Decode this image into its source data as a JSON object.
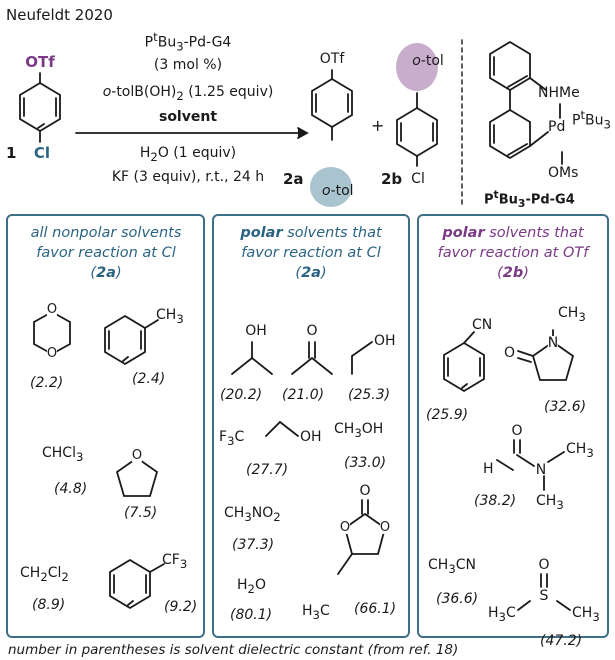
{
  "header": {
    "citation": "Neufeldt 2020",
    "reactant_top": "OTf",
    "reactant_bottom": "Cl",
    "reactant_num": "1",
    "cond_catalyst": "P<sup>t</sup>Bu<sub>3</sub>-Pd-G4",
    "cond_loading": "(3 mol %)",
    "cond_boronic": "<i>o</i>-tolB(OH)<sub>2</sub> (1.25 equiv)",
    "cond_solvent": "solvent",
    "cond_water": "H<sub>2</sub>O (1 equiv)",
    "cond_base": "KF (3 equiv), r.t., 24 h",
    "prod_a_top": "OTf",
    "prod_a_bottom": "<i>o</i>-tol",
    "prod_a_label": "2a",
    "plus": "+",
    "prod_b_top": "<i>o</i>-tol",
    "prod_b_bottom": "Cl",
    "prod_b_label": "2b",
    "cat_nhme": "NHMe",
    "cat_pd": "Pd",
    "cat_ptbu3": "P<sup>t</sup>Bu<sub>3</sub>",
    "cat_oms": "OMs",
    "cat_name": "P<sup>t</sup>Bu<sub>3</sub>-Pd-G4"
  },
  "panels": {
    "nonpolar": {
      "line1": "all nonpolar solvents",
      "line2": "favor reaction at Cl",
      "line3": "(<b>2a</b>)",
      "solvents": {
        "dioxane": "(2.2)",
        "toluene": "(2.4)",
        "toluene_sub": "CH<sub>3</sub>",
        "chcl3": "CHCl<sub>3</sub>",
        "chcl3_val": "(4.8)",
        "thf": "(7.5)",
        "thf_o": "O",
        "dioxane_o": "O",
        "ch2cl2": "CH<sub>2</sub>Cl<sub>2</sub>",
        "ch2cl2_val": "(8.9)",
        "tft": "(9.2)",
        "tft_sub": "CF<sub>3</sub>"
      }
    },
    "polar_cl": {
      "line1": "<b>polar</b> solvents that",
      "line2": "favor reaction at Cl",
      "line3": "(<b>2a</b>)",
      "solvents": {
        "ipa_oh": "OH",
        "ipa": "(20.2)",
        "acetone_o": "O",
        "acetone": "(21.0)",
        "etoh_oh": "OH",
        "etoh": "(25.3)",
        "tfe_f3c": "F<sub>3</sub>C",
        "tfe_oh": "OH",
        "tfe": "(27.7)",
        "meoh": "CH<sub>3</sub>OH",
        "meoh_val": "(33.0)",
        "meno2": "CH<sub>3</sub>NO<sub>2</sub>",
        "meno2_val": "(37.3)",
        "h2o": "H<sub>2</sub>O",
        "h2o_val": "(80.1)",
        "pc_o": "O",
        "pc_o1": "O",
        "pc_o2": "O",
        "pc_h3c": "H<sub>3</sub>C",
        "pc": "(66.1)"
      }
    },
    "polar_otf": {
      "line1": "<b>polar</b> solvents that",
      "line2": "favor reaction at OTf",
      "line3": "(<b>2b</b>)",
      "solvents": {
        "phcn_cn": "CN",
        "phcn": "(25.9)",
        "nmp_me": "CH<sub>3</sub>",
        "nmp_n": "N",
        "nmp_o": "O",
        "nmp": "(32.6)",
        "dmf_o": "O",
        "dmf_h": "H",
        "dmf_n": "N",
        "dmf_ch3a": "CH<sub>3</sub>",
        "dmf_ch3b": "CH<sub>3</sub>",
        "dmf": "(38.2)",
        "mecn": "CH<sub>3</sub>CN",
        "mecn_val": "(36.6)",
        "dmso_o": "O",
        "dmso_s": "S",
        "dmso_h3c": "H<sub>3</sub>C",
        "dmso_ch3": "CH<sub>3</sub>",
        "dmso": "(47.2)"
      }
    }
  },
  "footnote": "number in parentheses is solvent dielectric constant (from ref. 18)",
  "colors": {
    "purple": "#7a3a86",
    "teal": "#2b6482",
    "panel_border": "#3f6f86",
    "highlight_blue": "#a9c3cf",
    "highlight_purple": "#c9adcc"
  }
}
